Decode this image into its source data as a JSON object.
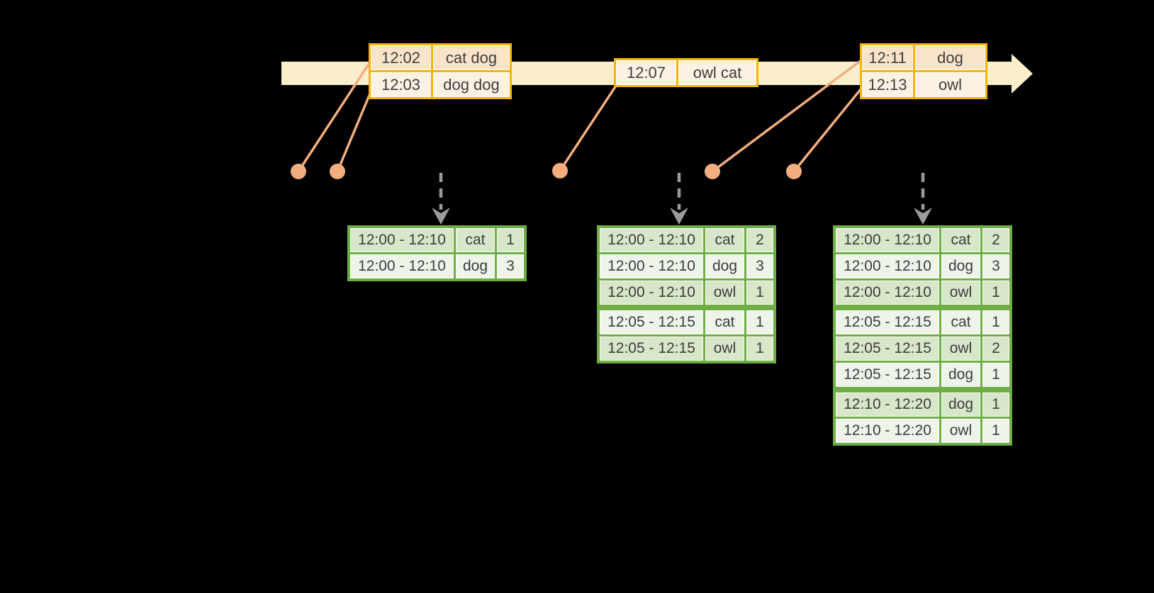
{
  "diagram_title": "windowed-grouped-aggregation-timeline",
  "colors": {
    "background": "#000000",
    "timeline_band": "#FBEFCB",
    "event_box_border": "#F5B402",
    "event_row_dark": "#FAE4C9",
    "event_row_light": "#FCF2E4",
    "connector_and_dots": "#F2AE7E",
    "trigger_arrow_gray": "#9B9B9B",
    "result_table_border": "#6FAE45",
    "result_row_dark": "#D8E6C9",
    "result_row_light": "#EFF4EA",
    "text": "#3D3D3D"
  },
  "timeline": {
    "event_boxes": [
      {
        "rows": [
          {
            "time": "12:02",
            "words": "cat dog"
          },
          {
            "time": "12:03",
            "words": "dog dog"
          }
        ]
      },
      {
        "rows": [
          {
            "time": "12:07",
            "words": "owl cat"
          }
        ]
      },
      {
        "rows": [
          {
            "time": "12:11",
            "words": "dog"
          },
          {
            "time": "12:13",
            "words": "owl"
          }
        ]
      }
    ]
  },
  "result_tables": [
    {
      "rows": [
        {
          "window": "12:00 - 12:10",
          "word": "cat",
          "count": "1",
          "group": 0
        },
        {
          "window": "12:00 - 12:10",
          "word": "dog",
          "count": "3",
          "group": 0
        }
      ]
    },
    {
      "rows": [
        {
          "window": "12:00 - 12:10",
          "word": "cat",
          "count": "2",
          "group": 0
        },
        {
          "window": "12:00 - 12:10",
          "word": "dog",
          "count": "3",
          "group": 0
        },
        {
          "window": "12:00 - 12:10",
          "word": "owl",
          "count": "1",
          "group": 0
        },
        {
          "window": "12:05 - 12:15",
          "word": "cat",
          "count": "1",
          "group": 1
        },
        {
          "window": "12:05 - 12:15",
          "word": "owl",
          "count": "1",
          "group": 1
        }
      ]
    },
    {
      "rows": [
        {
          "window": "12:00 - 12:10",
          "word": "cat",
          "count": "2",
          "group": 0
        },
        {
          "window": "12:00 - 12:10",
          "word": "dog",
          "count": "3",
          "group": 0
        },
        {
          "window": "12:00 - 12:10",
          "word": "owl",
          "count": "1",
          "group": 0
        },
        {
          "window": "12:05 - 12:15",
          "word": "cat",
          "count": "1",
          "group": 1
        },
        {
          "window": "12:05 - 12:15",
          "word": "owl",
          "count": "2",
          "group": 1
        },
        {
          "window": "12:05 - 12:15",
          "word": "dog",
          "count": "1",
          "group": 1
        },
        {
          "window": "12:10 - 12:20",
          "word": "dog",
          "count": "1",
          "group": 2
        },
        {
          "window": "12:10 - 12:20",
          "word": "owl",
          "count": "1",
          "group": 2
        }
      ]
    }
  ]
}
